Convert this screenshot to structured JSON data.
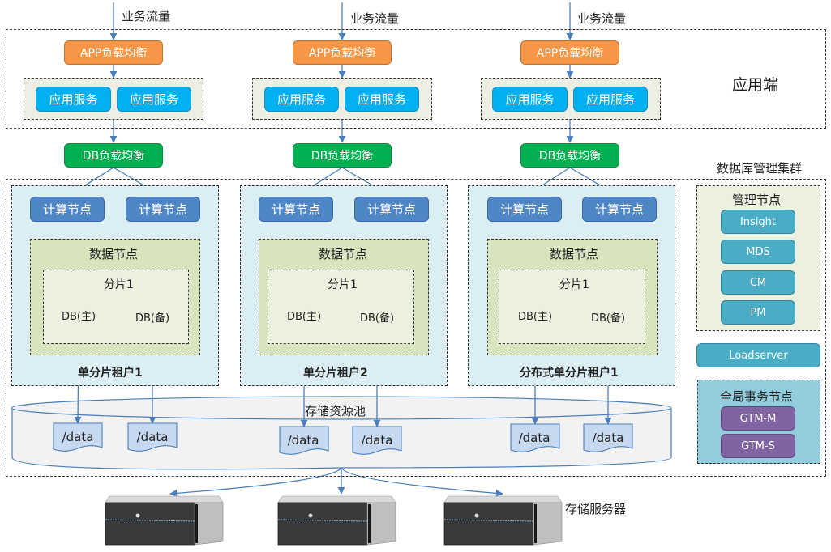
{
  "traffic_label": "业务流量",
  "app_side_label": "应用端",
  "db_cluster_label": "数据库管理集群",
  "columns": [
    {
      "app_lb": "APP负载均衡",
      "app_services": [
        "应用服务",
        "应用服务"
      ],
      "db_lb": "DB负载均衡",
      "compute_nodes": [
        "计算节点",
        "计算节点"
      ],
      "data_node_label": "数据节点",
      "shard_label": "分片1",
      "db_primary": "DB(主)",
      "db_standby": "DB(备)",
      "tenant_label": "单分片租户1"
    },
    {
      "app_lb": "APP负载均衡",
      "app_services": [
        "应用服务",
        "应用服务"
      ],
      "db_lb": "DB负载均衡",
      "compute_nodes": [
        "计算节点",
        "计算节点"
      ],
      "data_node_label": "数据节点",
      "shard_label": "分片1",
      "db_primary": "DB(主)",
      "db_standby": "DB(备)",
      "tenant_label": "单分片租户2"
    },
    {
      "app_lb": "APP负载均衡",
      "app_services": [
        "应用服务",
        "应用服务"
      ],
      "db_lb": "DB负载均衡",
      "compute_nodes": [
        "计算节点",
        "计算节点"
      ],
      "data_node_label": "数据节点",
      "shard_label": "分片1",
      "db_primary": "DB(主)",
      "db_standby": "DB(备)",
      "tenant_label": "分布式单分片租户1"
    }
  ],
  "management": {
    "title": "管理节点",
    "items": [
      "Insight",
      "MDS",
      "CM",
      "PM"
    ]
  },
  "loadserver": "Loadserver",
  "gtm": {
    "title": "全局事务节点",
    "items": [
      "GTM-M",
      "GTM-S"
    ]
  },
  "storage_pool_label": "存储资源池",
  "data_volume_label": "/data",
  "storage_server_label": "存储服务器",
  "colors": {
    "app_lb": "#f79646",
    "db_lb": "#00b050",
    "app_service": "#00b0f0",
    "compute_node": "#4f86c6",
    "mgmt_item": "#4bacc6",
    "gtm_item": "#8064a2",
    "db_primary": "#92d050",
    "db_standby": "#dbeef4",
    "arrow": "#4a7ebb"
  }
}
